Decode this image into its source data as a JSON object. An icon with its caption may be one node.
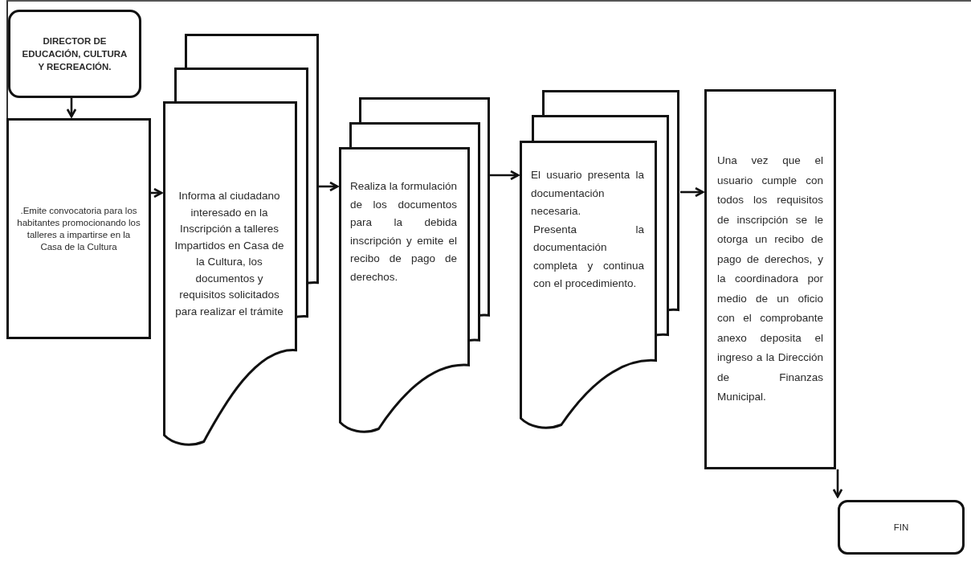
{
  "diagram": {
    "nodes": [
      {
        "text": [
          "DIRECTOR DE EDUCACIÓN, CULTURA Y RECREACIÓN."
        ]
      },
      {
        "text": [
          ".Emite convocatoria para los habitantes promocionando los talleres a impartirse en la Casa de la Cultura"
        ]
      },
      {
        "text": [
          "Informa al ciudadano interesado en la Inscripción a talleres Impartidos en Casa de la Cultura, los documentos y requisitos solicitados para realizar el trámite"
        ]
      },
      {
        "text": [
          "Realiza la formulación de los documentos para la debida inscripción y emite el recibo de pago de derechos."
        ]
      },
      {
        "text": [
          "El usuario presenta la documentación necesaria.",
          "Presenta la documentación completa y continua con el procedimiento."
        ]
      },
      {
        "text": [
          "Una vez que el usuario cumple con todos los requisitos de inscripción se le otorga un recibo de pago de derechos, y la coordinadora por medio de un oficio con el comprobante anexo deposita el ingreso a la Dirección de Finanzas Municipal."
        ]
      },
      {
        "text": [
          "FIN"
        ]
      }
    ],
    "edges": [
      {
        "from": 0,
        "to": 1,
        "arrow": "to"
      },
      {
        "from": 1,
        "to": 2,
        "arrow": "to"
      },
      {
        "from": 2,
        "to": 3,
        "arrow": "to"
      },
      {
        "from": 3,
        "to": 4,
        "arrow": "to"
      },
      {
        "from": 4,
        "to": 5,
        "arrow": "to"
      },
      {
        "from": 5,
        "to": 6,
        "arrow": "to"
      }
    ]
  }
}
